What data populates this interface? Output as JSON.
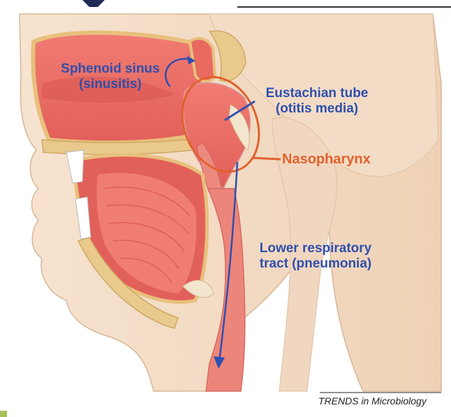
{
  "labels": {
    "sphenoid_line1": "Sphenoid sinus",
    "sphenoid_line2": "(sinusitis)",
    "eustachian_line1": "Eustachian tube",
    "eustachian_line2": "(otitis media)",
    "nasopharynx": "Nasopharynx",
    "lower_line1": "Lower respiratory",
    "lower_line2": "tract (pneumonia)"
  },
  "source": "TRENDS in Microbiology",
  "colors": {
    "label_blue": "#2f4fae",
    "label_orange": "#e3612d",
    "skin": "#f4dcc4",
    "tissue": "#e25f5a",
    "bone": "#e9c98c"
  }
}
